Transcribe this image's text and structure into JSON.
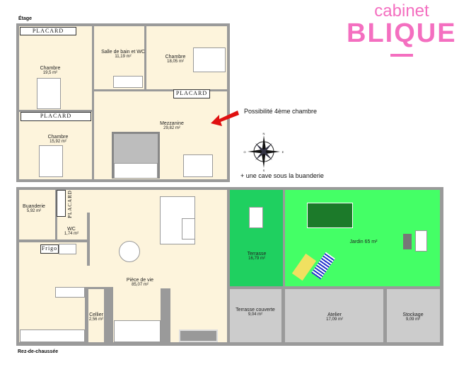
{
  "logo": {
    "line1": "cabinet",
    "line2": "BLIQUE",
    "color": "#f46fc0"
  },
  "floors": {
    "upper": {
      "title": "Étage",
      "rooms": [
        {
          "name": "Chambre",
          "area": "19,5 m²"
        },
        {
          "name": "Salle de bain et WC",
          "area": "11,19 m²"
        },
        {
          "name": "Chambre",
          "area": "18,05 m²"
        },
        {
          "name": "Mezzanine",
          "area": "29,82 m²"
        },
        {
          "name": "Chambre",
          "area": "15,92 m²"
        }
      ],
      "placards": [
        "PLACARD",
        "PLACARD",
        "PLACARD"
      ]
    },
    "ground": {
      "title": "Rez-de-chaussée",
      "rooms": [
        {
          "name": "Buanderie",
          "area": "5,92 m²"
        },
        {
          "name": "WC",
          "area": "1,74 m²"
        },
        {
          "name": "Pièce de vie",
          "area": "85,07 m²"
        },
        {
          "name": "Cellier",
          "area": "2,56 m²"
        },
        {
          "name": "Terrasse",
          "area": "16,79 m²"
        },
        {
          "name": "Jardin 65 m²",
          "area": ""
        },
        {
          "name": "Terrasse couverte",
          "area": "9,04 m²"
        },
        {
          "name": "Atelier",
          "area": "17,09 m²"
        },
        {
          "name": "Stockage",
          "area": "9,09 m²"
        }
      ],
      "placard": "PLACARD",
      "frigo": "Frigo"
    }
  },
  "notes": {
    "fourth_bedroom": "Possibilité 4ème chambre",
    "cellar": "+ une cave sous la buanderie"
  },
  "compass": {
    "n": "N",
    "s": "S",
    "e": "E",
    "o": "O"
  },
  "colors": {
    "wall": "#9a9a9a",
    "floor": "#fdf4dc",
    "terrasse": "#1fd060",
    "jardin": "#44ff66",
    "annex": "#cccccc",
    "arrow": "#e01010"
  }
}
